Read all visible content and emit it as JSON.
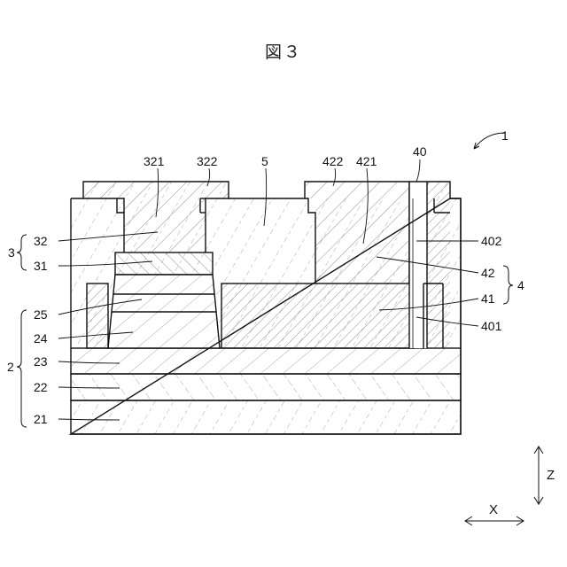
{
  "figure_title": "図３",
  "labels": {
    "l1": "1",
    "l2": "2",
    "l3": "3",
    "l4": "4",
    "l5": "5",
    "l21": "21",
    "l22": "22",
    "l23": "23",
    "l24": "24",
    "l25": "25",
    "l31": "31",
    "l32": "32",
    "l321": "321",
    "l322": "322",
    "l40": "40",
    "l41": "41",
    "l42": "42",
    "l401": "401",
    "l402": "402",
    "l421": "421",
    "l422": "422"
  },
  "axes": {
    "z": "Z",
    "x": "X"
  }
}
